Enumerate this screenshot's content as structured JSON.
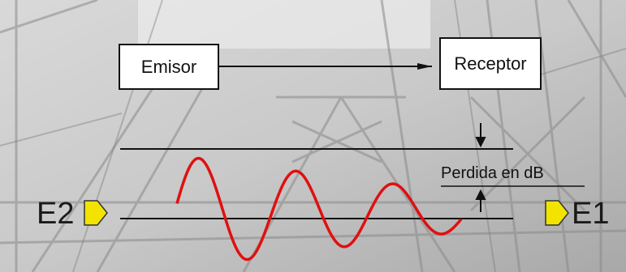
{
  "diagram": {
    "emisor_label": "Emisor",
    "receptor_label": "Receptor",
    "loss_label": "Perdida en dB",
    "e2_label": "E2",
    "e1_label": "E1"
  },
  "colors": {
    "wave": "#e01010",
    "line": "#111111",
    "port_fill": "#f2e400",
    "background": "#bdbdbd"
  }
}
